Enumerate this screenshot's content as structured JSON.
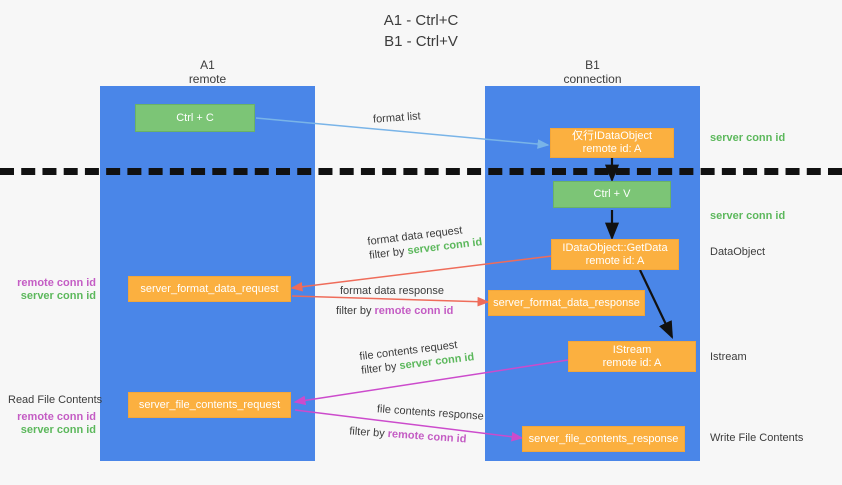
{
  "title": {
    "line1": "A1 - Ctrl+C",
    "line2": "B1 - Ctrl+V"
  },
  "lanes": [
    {
      "name": "A1",
      "sub": "remote"
    },
    {
      "name": "B1",
      "sub": "connection"
    }
  ],
  "boxes": {
    "ctrl_c": "Ctrl + C",
    "ctrl_v": "Ctrl + V",
    "idataobject_l1": "仅行IDataObject",
    "idataobject_l2": "remote id: A",
    "getdata_l1": "IDataObject::GetData",
    "getdata_l2": "remote id: A",
    "istream_l1": "IStream",
    "istream_l2": "remote id: A",
    "server_format_data_request": "server_format_data_request",
    "server_format_data_response": "server_format_data_response",
    "server_file_contents_request": "server_file_contents_request",
    "server_file_contents_response": "server_file_contents_response"
  },
  "edge_labels": {
    "format_list": "format list",
    "format_data_request": "format data request",
    "format_data_request_filter_prefix": "filter by ",
    "format_data_request_filter_key": "server conn id",
    "format_data_response": "format data response",
    "format_data_response_filter_prefix": "filter by ",
    "format_data_response_filter_key": "remote conn id",
    "file_contents_request": "file contents request",
    "file_contents_request_filter_prefix": "filter by ",
    "file_contents_request_filter_key": "server conn id",
    "file_contents_response": "file contents response",
    "file_contents_response_filter_prefix": "filter by ",
    "file_contents_response_filter_key": "remote conn id"
  },
  "side_labels": {
    "server_conn_id_top": "server conn id",
    "server_conn_id_mid": "server conn id",
    "dataobject": "DataObject",
    "istream": "Istream",
    "write_file_contents": "Write File Contents",
    "read_file_contents": "Read File Contents",
    "remote_conn_id_a": "remote conn id",
    "server_conn_id_a": "server conn id",
    "remote_conn_id_b": "remote conn id",
    "server_conn_id_b": "server conn id"
  },
  "colors": {
    "background": "#f7f7f7",
    "lane": "#4a86e8",
    "green_box": "#7cc576",
    "orange_box": "#fbb040",
    "green_text": "#5cb85c",
    "magenta_text": "#c45cc4",
    "arrow_blue": "#79b4e8",
    "arrow_red": "#ef6c5a",
    "arrow_magenta": "#cc4bcc",
    "arrow_black": "#111111",
    "divider": "#111111"
  }
}
